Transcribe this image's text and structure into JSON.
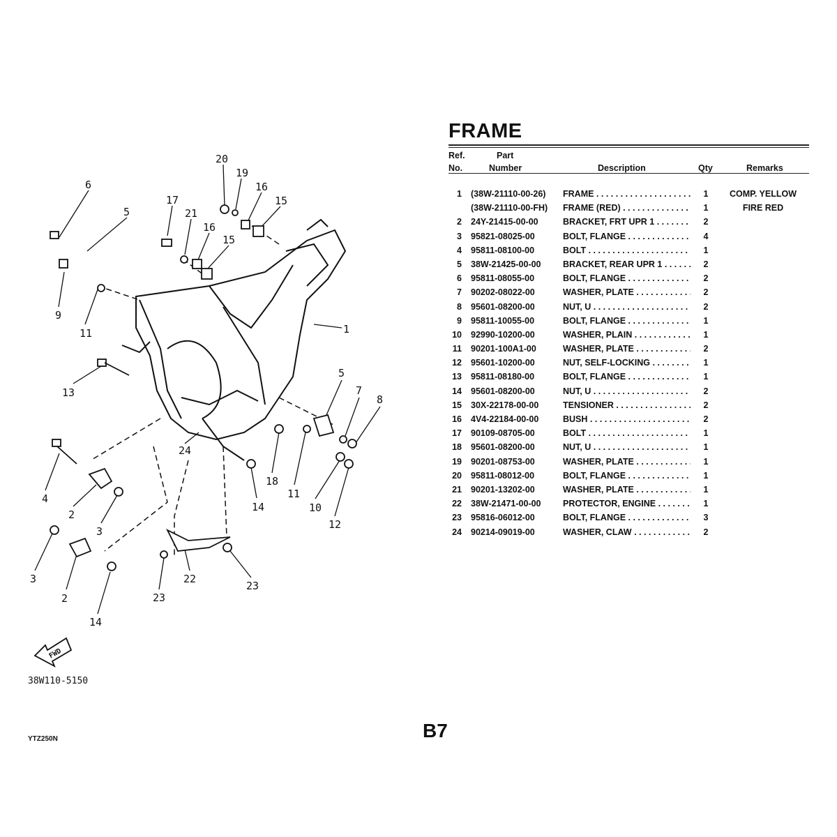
{
  "title": "FRAME",
  "headers": {
    "ref_top": "Ref.",
    "ref_bottom": "No.",
    "part_top": "Part",
    "part_bottom": "Number",
    "description": "Description",
    "qty": "Qty",
    "remarks": "Remarks"
  },
  "rows": [
    {
      "ref": "1",
      "part": "(38W-21110-00-26)",
      "desc": "FRAME",
      "qty": "1",
      "remarks": "COMP. YELLOW"
    },
    {
      "ref": "",
      "part": "(38W-21110-00-FH)",
      "desc": "FRAME (RED)",
      "qty": "1",
      "remarks": "FIRE RED"
    },
    {
      "ref": "2",
      "part": "24Y-21415-00-00",
      "desc": "BRACKET, FRT UPR 1",
      "qty": "2",
      "remarks": ""
    },
    {
      "ref": "3",
      "part": "95821-08025-00",
      "desc": "BOLT, FLANGE",
      "qty": "4",
      "remarks": ""
    },
    {
      "ref": "4",
      "part": "95811-08100-00",
      "desc": "BOLT",
      "qty": "1",
      "remarks": ""
    },
    {
      "ref": "5",
      "part": "38W-21425-00-00",
      "desc": "BRACKET, REAR UPR 1",
      "qty": "2",
      "remarks": ""
    },
    {
      "ref": "6",
      "part": "95811-08055-00",
      "desc": "BOLT, FLANGE",
      "qty": "2",
      "remarks": ""
    },
    {
      "ref": "7",
      "part": "90202-08022-00",
      "desc": "WASHER, PLATE",
      "qty": "2",
      "remarks": ""
    },
    {
      "ref": "8",
      "part": "95601-08200-00",
      "desc": "NUT, U",
      "qty": "2",
      "remarks": ""
    },
    {
      "ref": "9",
      "part": "95811-10055-00",
      "desc": "BOLT, FLANGE",
      "qty": "1",
      "remarks": ""
    },
    {
      "ref": "10",
      "part": "92990-10200-00",
      "desc": "WASHER, PLAIN",
      "qty": "1",
      "remarks": ""
    },
    {
      "ref": "11",
      "part": "90201-100A1-00",
      "desc": "WASHER, PLATE",
      "qty": "2",
      "remarks": ""
    },
    {
      "ref": "12",
      "part": "95601-10200-00",
      "desc": "NUT, SELF-LOCKING",
      "qty": "1",
      "remarks": ""
    },
    {
      "ref": "13",
      "part": "95811-08180-00",
      "desc": "BOLT, FLANGE",
      "qty": "1",
      "remarks": ""
    },
    {
      "ref": "14",
      "part": "95601-08200-00",
      "desc": "NUT, U",
      "qty": "2",
      "remarks": ""
    },
    {
      "ref": "15",
      "part": "30X-22178-00-00",
      "desc": "TENSIONER",
      "qty": "2",
      "remarks": ""
    },
    {
      "ref": "16",
      "part": "4V4-22184-00-00",
      "desc": "BUSH",
      "qty": "2",
      "remarks": ""
    },
    {
      "ref": "17",
      "part": "90109-08705-00",
      "desc": "BOLT",
      "qty": "1",
      "remarks": ""
    },
    {
      "ref": "18",
      "part": "95601-08200-00",
      "desc": "NUT, U",
      "qty": "1",
      "remarks": ""
    },
    {
      "ref": "19",
      "part": "90201-08753-00",
      "desc": "WASHER, PLATE",
      "qty": "1",
      "remarks": ""
    },
    {
      "ref": "20",
      "part": "95811-08012-00",
      "desc": "BOLT, FLANGE",
      "qty": "1",
      "remarks": ""
    },
    {
      "ref": "21",
      "part": "90201-13202-00",
      "desc": "WASHER, PLATE",
      "qty": "1",
      "remarks": ""
    },
    {
      "ref": "22",
      "part": "38W-21471-00-00",
      "desc": "PROTECTOR, ENGINE",
      "qty": "1",
      "remarks": ""
    },
    {
      "ref": "23",
      "part": "95816-06012-00",
      "desc": "BOLT, FLANGE",
      "qty": "3",
      "remarks": ""
    },
    {
      "ref": "24",
      "part": "90214-09019-00",
      "desc": "WASHER, CLAW",
      "qty": "2",
      "remarks": ""
    }
  ],
  "diagram": {
    "callouts": [
      "20",
      "19",
      "16",
      "15",
      "17",
      "21",
      "16",
      "15",
      "6",
      "5",
      "9",
      "11",
      "1",
      "13",
      "5",
      "7",
      "8",
      "24",
      "18",
      "14",
      "11",
      "10",
      "12",
      "4",
      "2",
      "3",
      "3",
      "2",
      "14",
      "23",
      "22",
      "23"
    ],
    "fwd_label": "FWD",
    "drawing_code": "38W110-5150"
  },
  "footer": {
    "model": "YTZ250N",
    "page": "B7"
  }
}
